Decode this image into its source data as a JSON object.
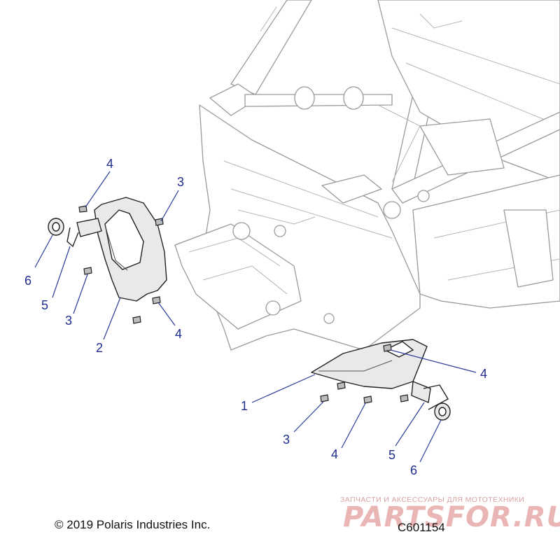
{
  "callouts": [
    {
      "id": "c1",
      "text": "4"
    },
    {
      "id": "c2",
      "text": "3"
    },
    {
      "id": "c3",
      "text": "6"
    },
    {
      "id": "c4",
      "text": "5"
    },
    {
      "id": "c5",
      "text": "3"
    },
    {
      "id": "c6",
      "text": "2"
    },
    {
      "id": "c7",
      "text": "4"
    },
    {
      "id": "c8",
      "text": "4"
    },
    {
      "id": "c9",
      "text": "1"
    },
    {
      "id": "c10",
      "text": "3"
    },
    {
      "id": "c11",
      "text": "4"
    },
    {
      "id": "c12",
      "text": "5"
    },
    {
      "id": "c13",
      "text": "6"
    }
  ],
  "copyright": "© 2019 Polaris Industries Inc.",
  "diagram_code": "C601154",
  "watermark": {
    "tagline": "ЗАПЧАСТИ И АКСЕССУАРЫ ДЛЯ МОТОТЕХНИКИ",
    "brand": "PARTSFOR.RU"
  },
  "colors": {
    "callout": "#1f2d8f",
    "frame_line": "#9a9a9a",
    "part_line": "#222222",
    "watermark": "#e9b5b5"
  }
}
